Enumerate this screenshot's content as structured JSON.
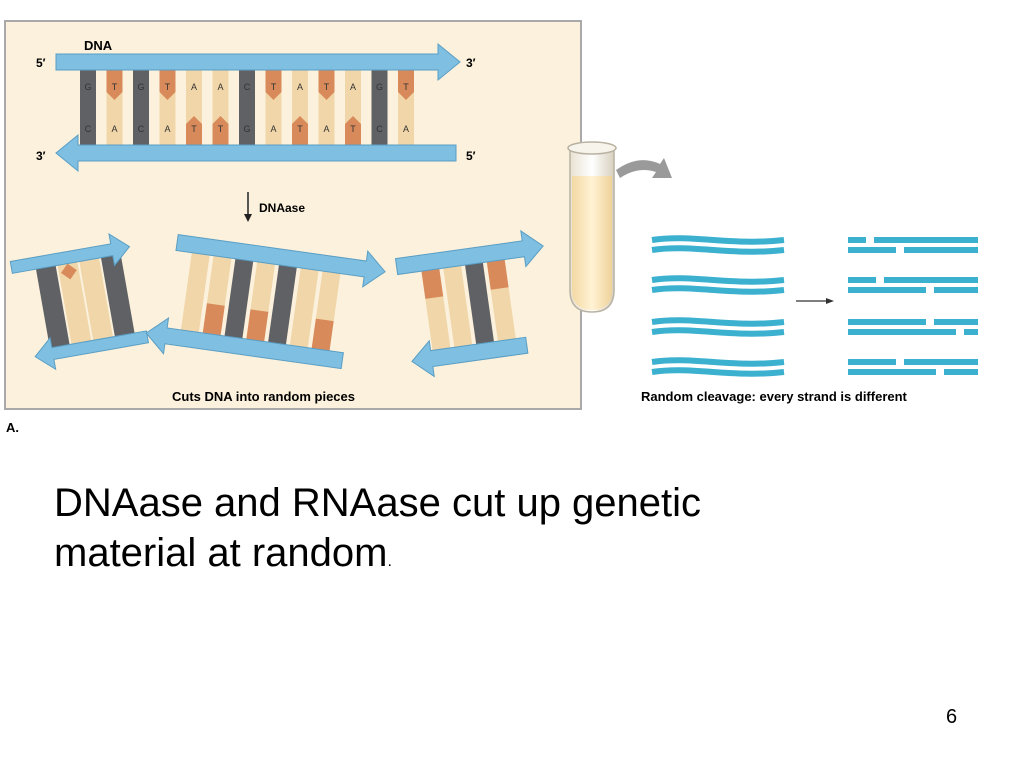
{
  "figure": {
    "dna_label": "DNA",
    "top_left_end": "5′",
    "top_right_end": "3′",
    "bottom_left_end": "3′",
    "bottom_right_end": "5′",
    "enzyme_label": "DNAase",
    "cuts_label": "Cuts DNA into random pieces",
    "panel_label": "A.",
    "cleavage_label": "Random cleavage: every strand is different",
    "top_bases": [
      "G",
      "T",
      "G",
      "T",
      "A",
      "A",
      "C",
      "T",
      "A",
      "T",
      "A",
      "G",
      "T"
    ],
    "bottom_bases": [
      "C",
      "A",
      "C",
      "A",
      "T",
      "T",
      "G",
      "A",
      "T",
      "A",
      "T",
      "C",
      "A"
    ],
    "colors": {
      "panel_background": "#fbf1dc",
      "strand_blue": "#7fbfe2",
      "base_orange": "#d98a5b",
      "base_tan": "#f0d6a8",
      "base_gray": "#5f6165",
      "cleaved_strand": "#3bb1cf"
    }
  },
  "caption": {
    "text": "DNAase and RNAase cut up genetic material at random",
    "period": "."
  },
  "page_number": "6"
}
